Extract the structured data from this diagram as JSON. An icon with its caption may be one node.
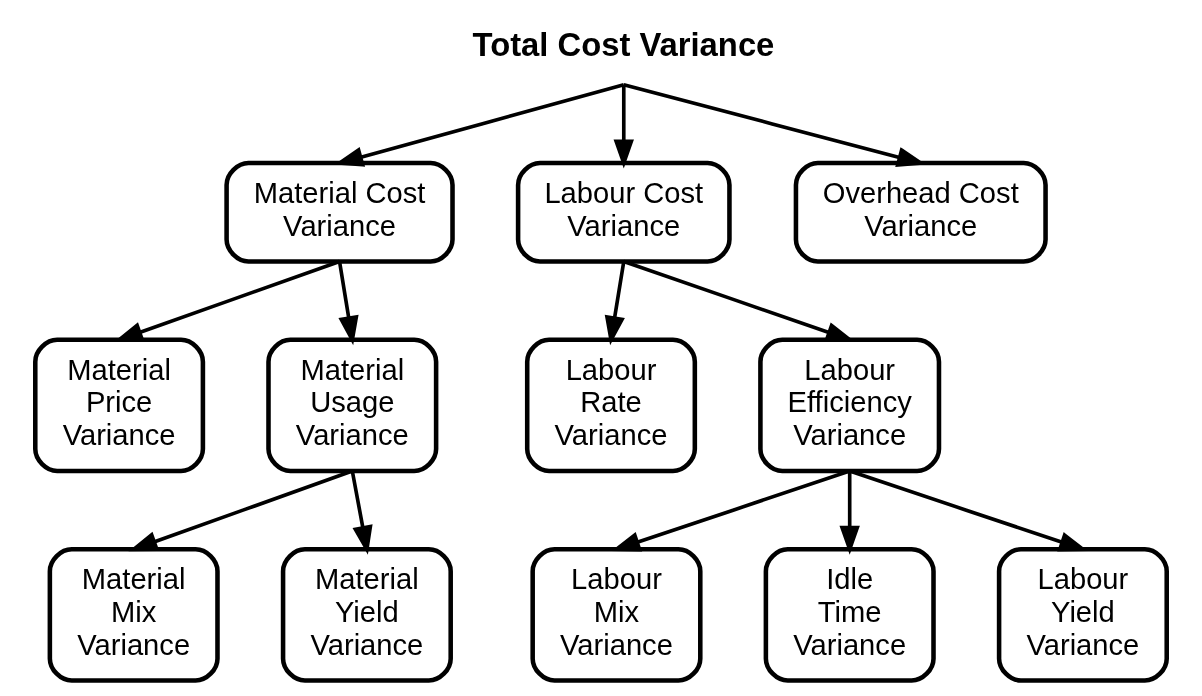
{
  "diagram": {
    "nodes": [
      {
        "text": [
          "Total Cost Variance"
        ]
      },
      {
        "text": [
          "Material Cost Variance"
        ]
      },
      {
        "text": [
          "Labour Cost Variance"
        ]
      },
      {
        "text": [
          "Overhead Cost Variance"
        ]
      },
      {
        "text": [
          "Material Price Variance"
        ]
      },
      {
        "text": [
          "Material Usage Variance"
        ]
      },
      {
        "text": [
          "Labour Rate Variance"
        ]
      },
      {
        "text": [
          "Labour Efficiency Variance"
        ]
      },
      {
        "text": [
          "Material Mix Variance"
        ]
      },
      {
        "text": [
          "Material Yield Variance"
        ]
      },
      {
        "text": [
          "Labour Mix Variance"
        ]
      },
      {
        "text": [
          "Idle Time Variance"
        ]
      },
      {
        "text": [
          "Labour Yield Variance"
        ]
      }
    ],
    "edges": [
      {
        "from": 0,
        "to": 1,
        "arrow": "to"
      },
      {
        "from": 0,
        "to": 2,
        "arrow": "to"
      },
      {
        "from": 0,
        "to": 3,
        "arrow": "to"
      },
      {
        "from": 1,
        "to": 4,
        "arrow": "to"
      },
      {
        "from": 1,
        "to": 5,
        "arrow": "to"
      },
      {
        "from": 2,
        "to": 6,
        "arrow": "to"
      },
      {
        "from": 2,
        "to": 7,
        "arrow": "to"
      },
      {
        "from": 5,
        "to": 8,
        "arrow": "to"
      },
      {
        "from": 5,
        "to": 9,
        "arrow": "to"
      },
      {
        "from": 7,
        "to": 10,
        "arrow": "to"
      },
      {
        "from": 7,
        "to": 11,
        "arrow": "to"
      },
      {
        "from": 7,
        "to": 12,
        "arrow": "to"
      }
    ]
  }
}
